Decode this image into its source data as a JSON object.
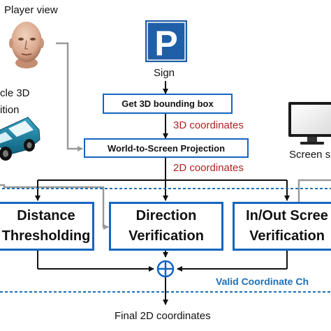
{
  "labels": {
    "player_view": "Player view",
    "vehicle_position": "cle 3D\nition",
    "sign": "Sign",
    "screen": "Screen s",
    "coords_3d": "3D coordinates",
    "coords_2d": "2D coordinates",
    "valid_check": "Valid Coordinate Ch",
    "final": "Final 2D coordinates"
  },
  "boxes": {
    "get_bbox": "Get 3D bounding box",
    "projection": "World-to-Screen Projection",
    "distance": "Distance\nThresholding",
    "direction": "Direction\nVerification",
    "inout": "In/Out Scree\nVerification"
  },
  "icons": [
    "parking-sign-icon",
    "face-icon",
    "car-icon",
    "monitor-icon",
    "circled-plus-icon"
  ],
  "colors": {
    "box_border": "#1565c0",
    "label_red": "#b22222",
    "label_blue": "#1e6fb5",
    "gray_line": "#999999"
  }
}
